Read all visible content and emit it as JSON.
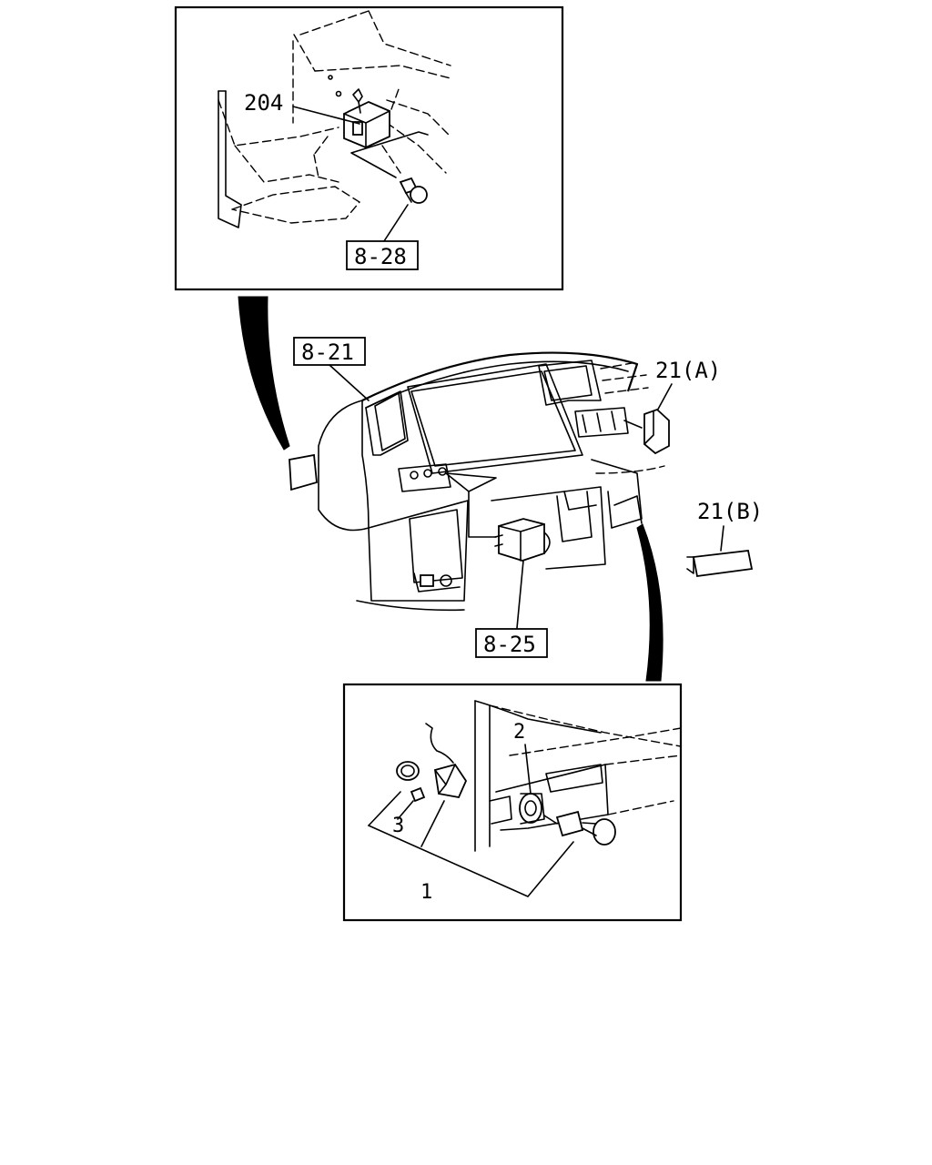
{
  "labels": {
    "relay_part": "204",
    "ref_relay_bolt": "8-28",
    "ref_instrument_panel": "8-21",
    "ref_switch": "8-25",
    "part_21a": "21(A)",
    "part_21b": "21(B)",
    "part_1": "1",
    "part_2": "2",
    "part_3": "3"
  }
}
